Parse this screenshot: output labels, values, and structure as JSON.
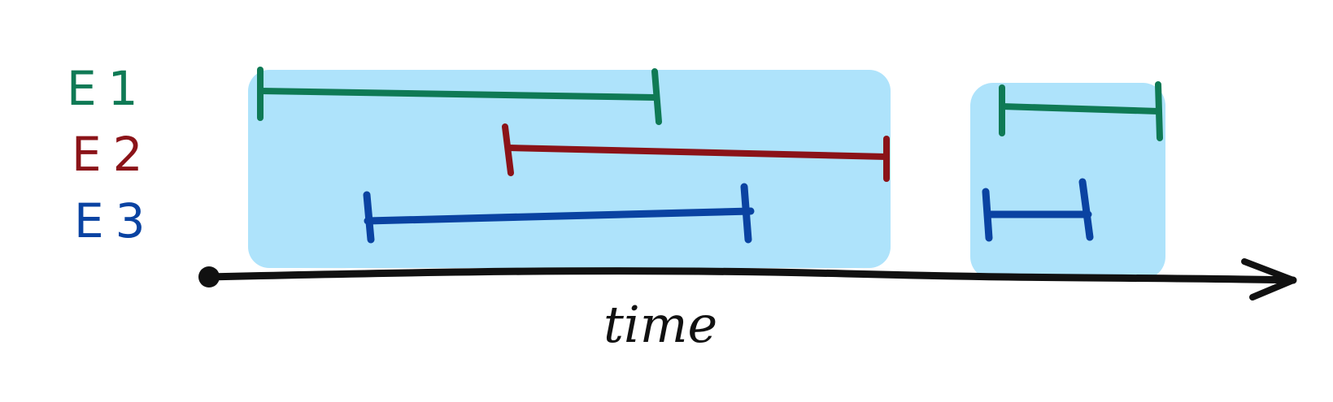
{
  "diagram": {
    "axis_label": "time",
    "events": [
      {
        "id": "e1",
        "label": "E1",
        "color": "#0f7a55"
      },
      {
        "id": "e2",
        "label": "E2",
        "color": "#8b1318"
      },
      {
        "id": "e3",
        "label": "E3",
        "color": "#0a43a2"
      }
    ],
    "colors": {
      "cluster_fill": "#aee3fb",
      "axis": "#111111"
    }
  }
}
